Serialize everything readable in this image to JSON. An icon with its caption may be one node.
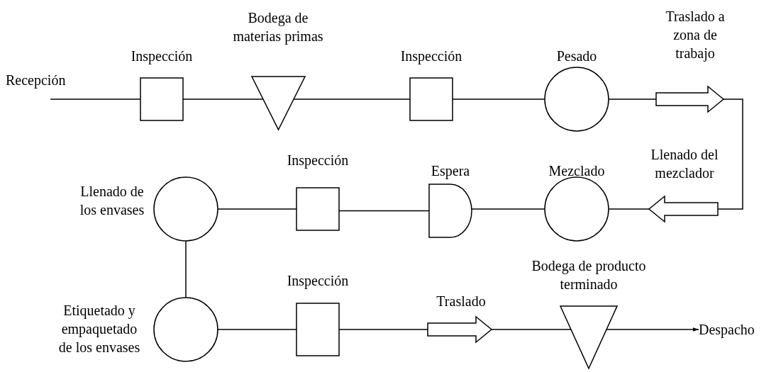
{
  "diagram": {
    "nodes": [
      {
        "text": [
          "Recepción"
        ]
      },
      {
        "text": [
          "Inspección"
        ]
      },
      {
        "text": [
          "Bodega de materias primas"
        ]
      },
      {
        "text": [
          "Inspección"
        ]
      },
      {
        "text": [
          "Pesado"
        ]
      },
      {
        "text": [
          "Traslado a zona de trabajo"
        ]
      },
      {
        "text": [
          "Llenado del mezclador"
        ]
      },
      {
        "text": [
          "Mezclado"
        ]
      },
      {
        "text": [
          "Espera"
        ]
      },
      {
        "text": [
          "Inspección"
        ]
      },
      {
        "text": [
          "Llenado de los envases"
        ]
      },
      {
        "text": [
          "Etiquetado y empaquetado de los envases"
        ]
      },
      {
        "text": [
          "Inspección"
        ]
      },
      {
        "text": [
          "Traslado"
        ]
      },
      {
        "text": [
          "Bodega de producto terminado"
        ]
      },
      {
        "text": [
          "Despacho"
        ]
      }
    ],
    "edges": [
      {
        "from": 0,
        "to": 1,
        "arrow": "none"
      },
      {
        "from": 1,
        "to": 2,
        "arrow": "none"
      },
      {
        "from": 2,
        "to": 3,
        "arrow": "none"
      },
      {
        "from": 3,
        "to": 4,
        "arrow": "none"
      },
      {
        "from": 4,
        "to": 5,
        "arrow": "none"
      },
      {
        "from": 5,
        "to": 6,
        "arrow": "none"
      },
      {
        "from": 6,
        "to": 7,
        "arrow": "none"
      },
      {
        "from": 7,
        "to": 8,
        "arrow": "none"
      },
      {
        "from": 8,
        "to": 9,
        "arrow": "none"
      },
      {
        "from": 9,
        "to": 10,
        "arrow": "none"
      },
      {
        "from": 10,
        "to": 11,
        "arrow": "none"
      },
      {
        "from": 11,
        "to": 12,
        "arrow": "none"
      },
      {
        "from": 12,
        "to": 13,
        "arrow": "none"
      },
      {
        "from": 13,
        "to": 14,
        "arrow": "none"
      },
      {
        "from": 14,
        "to": 15,
        "arrow": "to"
      }
    ]
  }
}
